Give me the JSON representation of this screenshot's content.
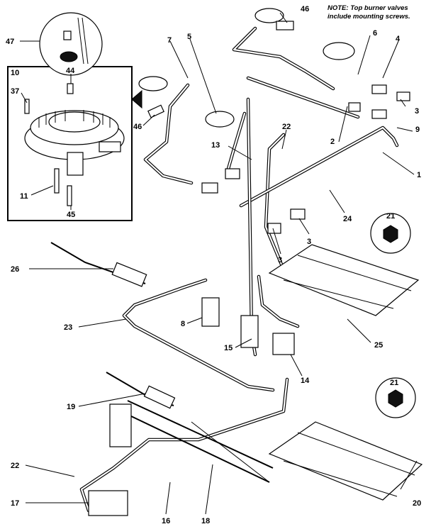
{
  "note": {
    "line1": "NOTE: Top burner valves",
    "line2": "include mounting screws."
  },
  "inset": {
    "label": "10"
  },
  "callouts": [
    {
      "id": "47",
      "text": "47"
    },
    {
      "id": "44",
      "text": "44"
    },
    {
      "id": "37",
      "text": "37"
    },
    {
      "id": "11",
      "text": "11"
    },
    {
      "id": "45",
      "text": "45"
    },
    {
      "id": "7",
      "text": "7"
    },
    {
      "id": "5",
      "text": "5"
    },
    {
      "id": "46a",
      "text": "46"
    },
    {
      "id": "46b",
      "text": "46"
    },
    {
      "id": "6",
      "text": "6"
    },
    {
      "id": "4",
      "text": "4"
    },
    {
      "id": "3a",
      "text": "3"
    },
    {
      "id": "9",
      "text": "9"
    },
    {
      "id": "22a",
      "text": "22"
    },
    {
      "id": "13",
      "text": "13"
    },
    {
      "id": "2",
      "text": "2"
    },
    {
      "id": "1",
      "text": "1"
    },
    {
      "id": "21a",
      "text": "21"
    },
    {
      "id": "24",
      "text": "24"
    },
    {
      "id": "3b",
      "text": "3"
    },
    {
      "id": "3c",
      "text": "3"
    },
    {
      "id": "26",
      "text": "26"
    },
    {
      "id": "8",
      "text": "8"
    },
    {
      "id": "23",
      "text": "23"
    },
    {
      "id": "25",
      "text": "25"
    },
    {
      "id": "15",
      "text": "15"
    },
    {
      "id": "14",
      "text": "14"
    },
    {
      "id": "21b",
      "text": "21"
    },
    {
      "id": "19",
      "text": "19"
    },
    {
      "id": "22b",
      "text": "22"
    },
    {
      "id": "17",
      "text": "17"
    },
    {
      "id": "16",
      "text": "16"
    },
    {
      "id": "18",
      "text": "18"
    },
    {
      "id": "20",
      "text": "20"
    }
  ]
}
